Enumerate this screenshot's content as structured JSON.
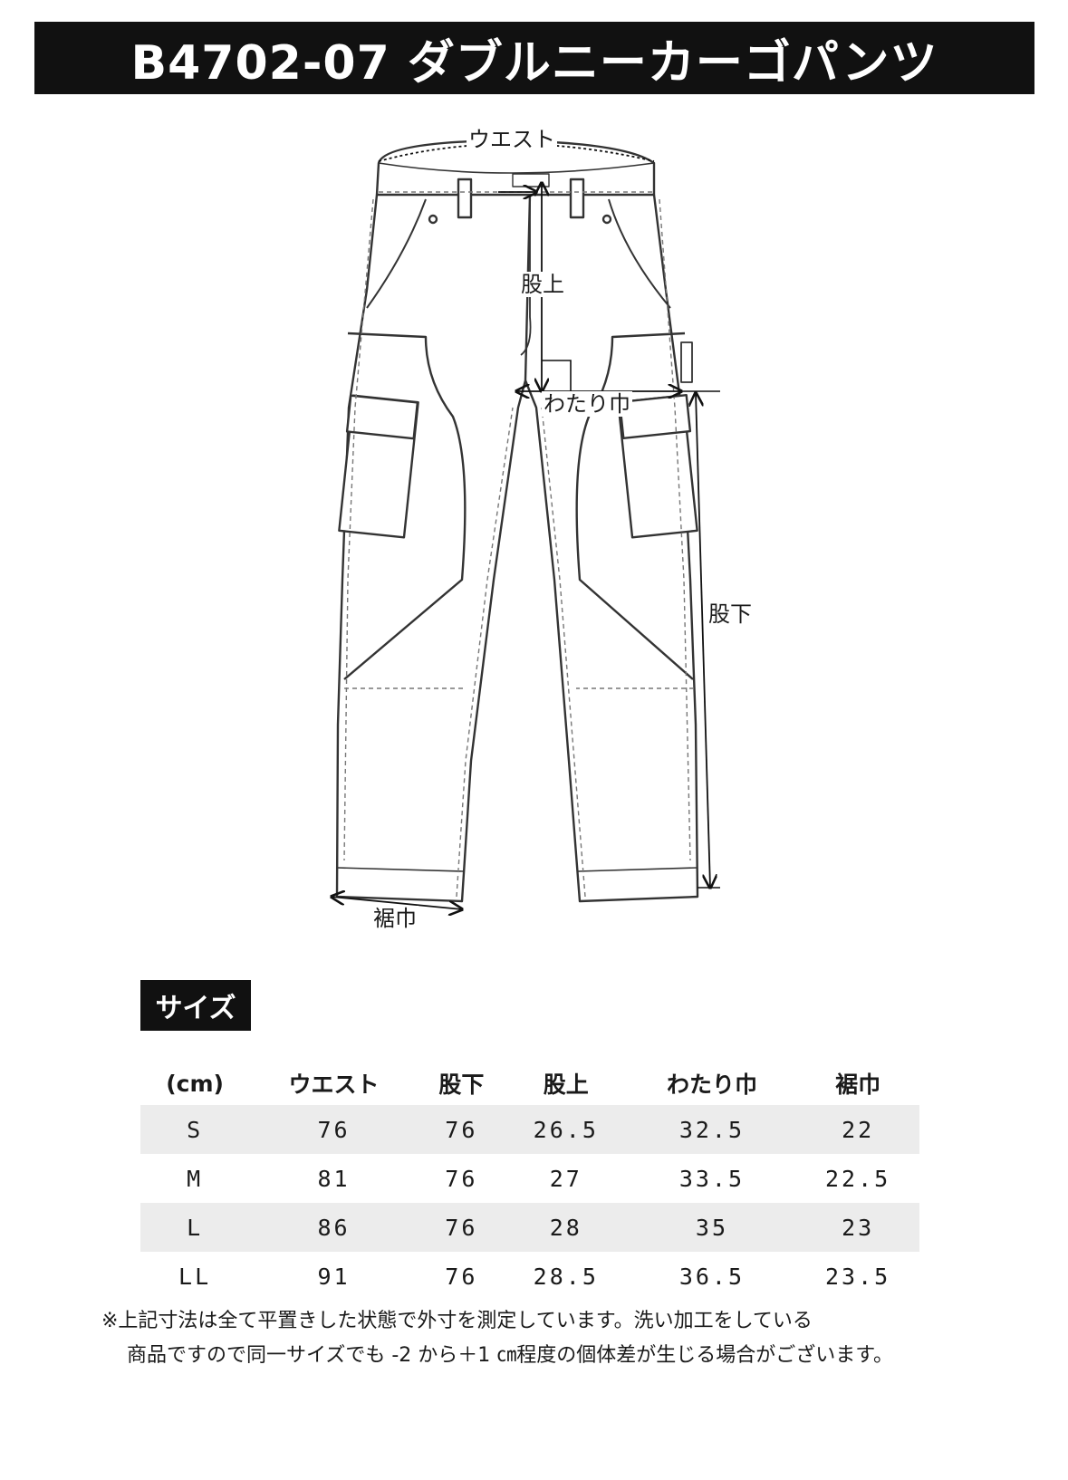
{
  "title": "B4702-07 ダブルニーカーゴパンツ",
  "diagram_labels": {
    "waist": "ウエスト",
    "rise": "股上",
    "thigh": "わたり巾",
    "inseam": "股下",
    "hem": "裾巾"
  },
  "size_badge": "サイズ",
  "size_table": {
    "headers": [
      "(cm)",
      "ウエスト",
      "股下",
      "股上",
      "わたり巾",
      "裾巾"
    ],
    "rows": [
      {
        "size": "S",
        "waist": "76",
        "inseam": "76",
        "rise": "26.5",
        "thigh": "32.5",
        "hem": "22"
      },
      {
        "size": "M",
        "waist": "81",
        "inseam": "76",
        "rise": "27",
        "thigh": "33.5",
        "hem": "22.5"
      },
      {
        "size": "L",
        "waist": "86",
        "inseam": "76",
        "rise": "28",
        "thigh": "35",
        "hem": "23"
      },
      {
        "size": "LL",
        "waist": "91",
        "inseam": "76",
        "rise": "28.5",
        "thigh": "36.5",
        "hem": "23.5"
      }
    ]
  },
  "notes": [
    "※上記寸法は全て平置きした状態で外寸を測定しています。洗い加工をしている",
    "商品ですので同一サイズでも -2 から＋1 ㎝程度の個体差が生じる場合がございます。"
  ]
}
